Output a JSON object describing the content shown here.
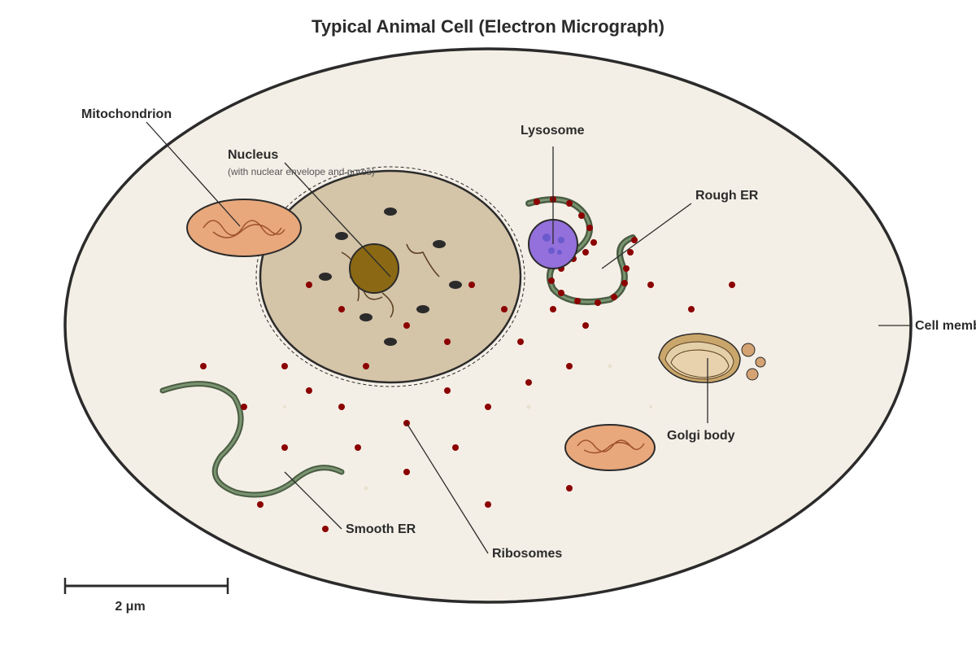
{
  "title": "Typical Animal Cell (Electron Micrograph)",
  "labels": {
    "mitochondrion": "Mitochondrion",
    "nucleus": "Nucleus",
    "nucleus_note": "(with nuclear envelope and pores)",
    "lysosome": "Lysosome",
    "rough_er": "Rough ER",
    "cell_membrane": "Cell membrane",
    "golgi_body": "Golgi body",
    "smooth_er": "Smooth ER",
    "ribosomes": "Ribosomes"
  },
  "scale_bar": {
    "label": "2 μm"
  },
  "colors": {
    "cytoplasm": "#f4efe6",
    "outline": "#2b2b2b",
    "nucleus": "#d4c4a8",
    "nucleolus": "#8b6914",
    "mitochondrion": "#e8a87c",
    "lysosome": "#9370db",
    "er": "#4a5d43",
    "er_light": "#7a9470",
    "golgi": "#c9a66b",
    "ribosome": "#8b0000"
  }
}
